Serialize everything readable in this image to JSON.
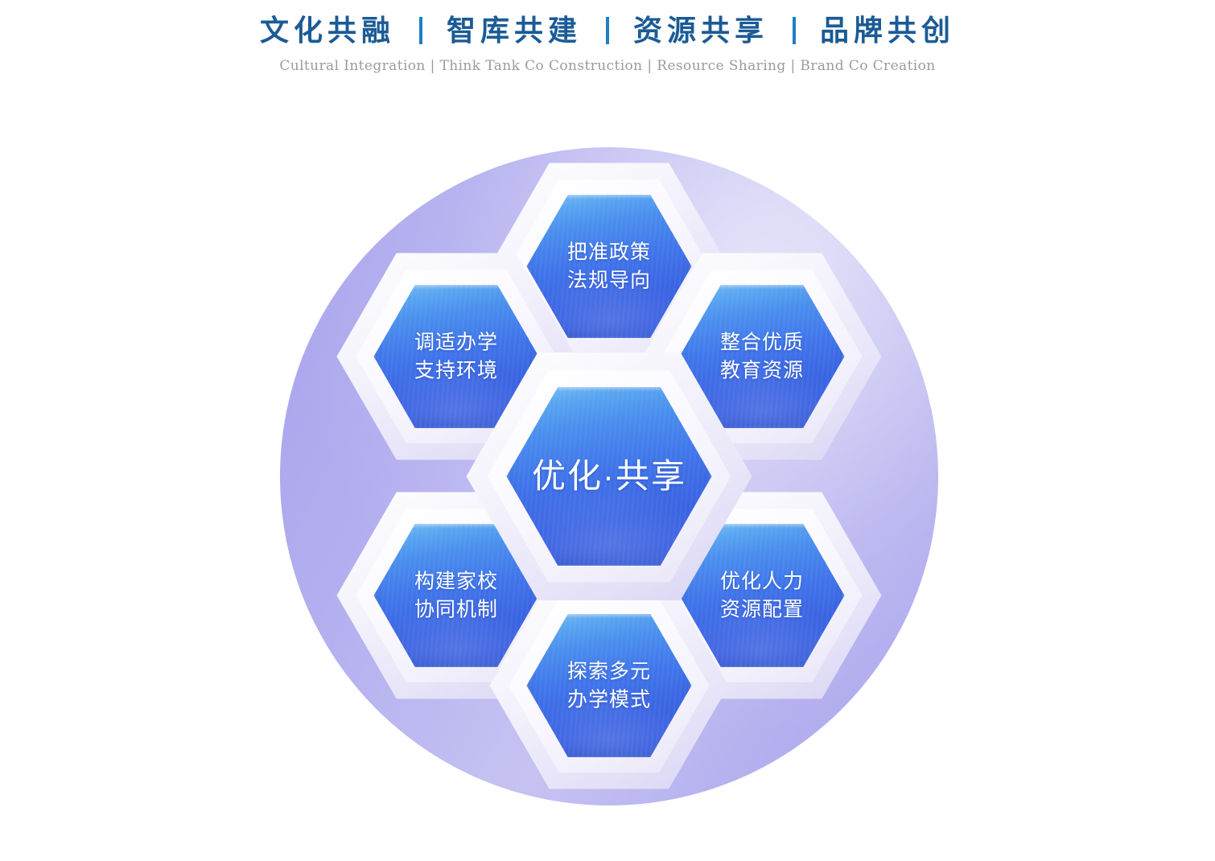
{
  "header": {
    "cn_segments": [
      "文化共融",
      "智库共建",
      "资源共享",
      "品牌共创"
    ],
    "cn_full": "文化共融 | 智库共建 | 资源共享 | 品牌共创",
    "cn_separator": "|",
    "en_subtitle": "Cultural Integration | Think Tank Co Construction | Resource Sharing | Brand Co Creation",
    "cn_color": "#1b5b96",
    "separator_color": "#1f7fc4",
    "en_color": "#9b9b9b"
  },
  "diagram": {
    "background_circle_colors": [
      "#a7a2ec",
      "#c6c3f2",
      "#a9a4ed"
    ],
    "hex_face_colors": [
      "#7cc2f4",
      "#4176ea",
      "#3a5fdf"
    ],
    "halo_color": "#eeecf9",
    "center": {
      "id": "center-hex",
      "name": "优化·共享",
      "line1": "优化·共享",
      "line2": ""
    },
    "nodes": [
      {
        "id": "hex-top",
        "position": "top",
        "line1": "把准政策",
        "line2": "法规导向"
      },
      {
        "id": "hex-top-left",
        "position": "top-left",
        "line1": "调适办学",
        "line2": "支持环境"
      },
      {
        "id": "hex-top-right",
        "position": "top-right",
        "line1": "整合优质",
        "line2": "教育资源"
      },
      {
        "id": "hex-bottom-left",
        "position": "bottom-left",
        "line1": "构建家校",
        "line2": "协同机制"
      },
      {
        "id": "hex-bottom-right",
        "position": "bottom-right",
        "line1": "优化人力",
        "line2": "资源配置"
      },
      {
        "id": "hex-bottom",
        "position": "bottom",
        "line1": "探索多元",
        "line2": "办学模式"
      }
    ]
  }
}
